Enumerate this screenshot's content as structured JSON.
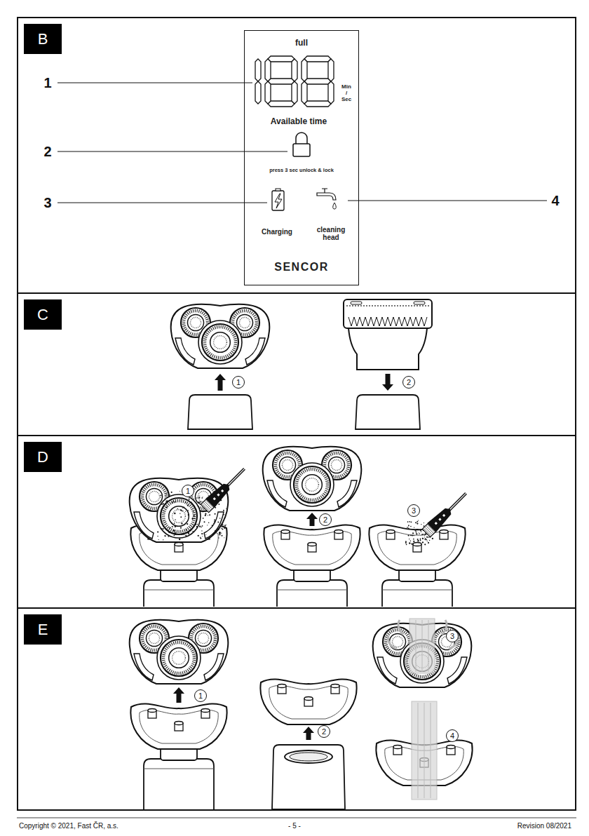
{
  "diagram": {
    "nodes": [
      {
        "text": [
          "B"
        ]
      },
      {
        "text": [
          "full",
          "Min / Sec",
          "Available time",
          "press 3 sec unlock & lock",
          "Charging",
          "cleaning head",
          "SENCOR"
        ],
        "in": 0
      },
      {
        "text": [
          "C"
        ]
      },
      {
        "text": [
          "1"
        ],
        "in": 2
      },
      {
        "text": [
          "2"
        ],
        "in": 2
      },
      {
        "text": [
          "D"
        ]
      },
      {
        "text": [
          "1"
        ],
        "in": 5
      },
      {
        "text": [
          "2"
        ],
        "in": 5
      },
      {
        "text": [
          "3"
        ],
        "in": 5
      },
      {
        "text": [
          "E"
        ]
      },
      {
        "text": [
          "1"
        ],
        "in": 9
      },
      {
        "text": [
          "2"
        ],
        "in": 9
      },
      {
        "text": [
          "3"
        ],
        "in": 9
      },
      {
        "text": [
          "4"
        ],
        "in": 9
      }
    ],
    "labels": [
      "1",
      "2",
      "3",
      "4",
      "Copyright © 2021, Fast ČR, a.s.",
      "- 5 -",
      "Revision 08/2021"
    ]
  }
}
